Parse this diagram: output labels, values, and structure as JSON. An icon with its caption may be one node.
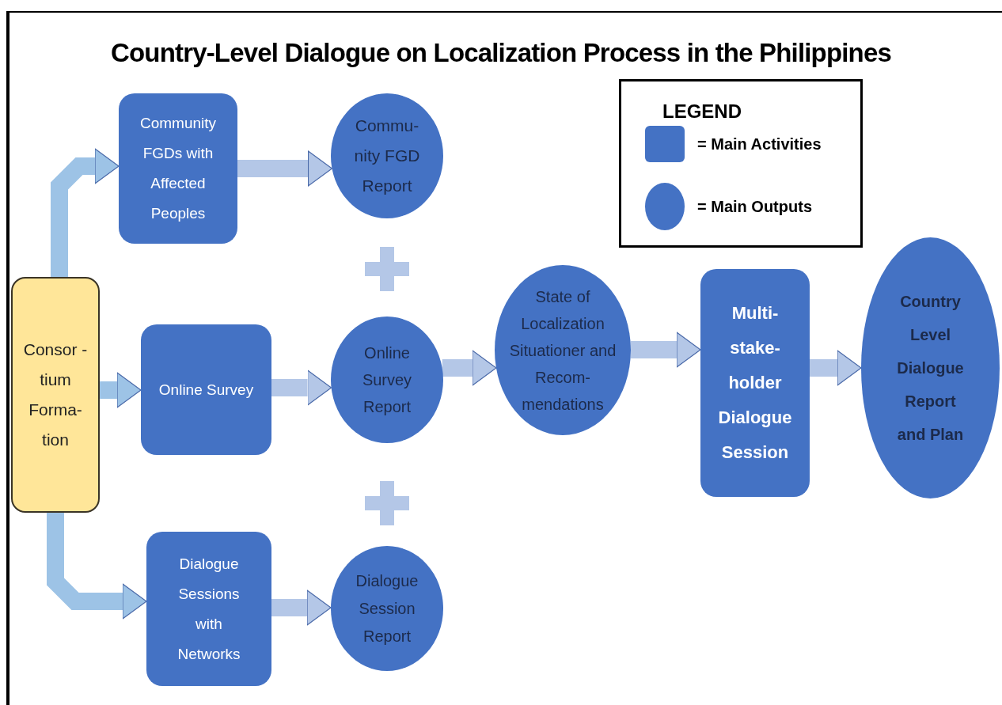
{
  "diagram": {
    "title": "Country-Level Dialogue on Localization Process in the Philippines",
    "nodes": [
      {
        "text": [
          "Consor -tium Forma- tion"
        ]
      },
      {
        "text": [
          "Community FGDs with Affected Peoples"
        ]
      },
      {
        "text": [
          "Commu- nity FGD Report"
        ]
      },
      {
        "text": [
          "Online Survey"
        ]
      },
      {
        "text": [
          "Online Survey Report"
        ]
      },
      {
        "text": [
          "Dialogue Sessions with Networks"
        ]
      },
      {
        "text": [
          "Dialogue Session Report"
        ]
      },
      {
        "text": [
          "State of Localization Situationer and Recom- mendations"
        ]
      },
      {
        "text": [
          "Multi- stake- holder Dialogue Session"
        ]
      },
      {
        "text": [
          "Country Level Dialogue Report and Plan"
        ]
      }
    ],
    "edges": [
      {
        "from": 0,
        "to": 1,
        "arrow": "to",
        "color": "#9dc3e6"
      },
      {
        "from": 0,
        "to": 3,
        "arrow": "to",
        "color": "#9dc3e6"
      },
      {
        "from": 0,
        "to": 5,
        "arrow": "to",
        "color": "#9dc3e6"
      },
      {
        "from": 1,
        "to": 2,
        "arrow": "to"
      },
      {
        "from": 3,
        "to": 4,
        "arrow": "to"
      },
      {
        "from": 5,
        "to": 6,
        "arrow": "to"
      },
      {
        "from": 4,
        "to": 7,
        "arrow": "to"
      },
      {
        "from": 7,
        "to": 8,
        "arrow": "to"
      },
      {
        "from": 8,
        "to": 9,
        "arrow": "to"
      }
    ],
    "legend": [
      {
        "text": "LEGEND"
      },
      {
        "text": "= Main Activities",
        "color": "#4472c4"
      },
      {
        "text": "= Main Outputs",
        "color": "#4472c4"
      }
    ]
  }
}
